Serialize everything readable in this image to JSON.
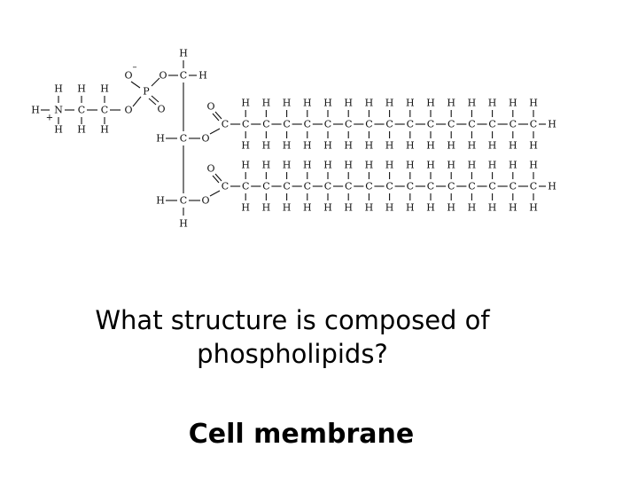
{
  "slide": {
    "question": "What structure is composed of phospholipids?",
    "answer": "Cell membrane"
  },
  "diagram": {
    "subject": "phospholipid structural formula",
    "atoms": {
      "hydrogen": "H",
      "carbon": "C",
      "oxygen": "O",
      "nitrogen": "N",
      "phosphorus": "P"
    },
    "charges": {
      "positive": "+",
      "negative": "–"
    },
    "fatty_acid_tail_carbon_count": 15,
    "colors": {
      "ink": "#111111",
      "background": "#ffffff"
    }
  }
}
